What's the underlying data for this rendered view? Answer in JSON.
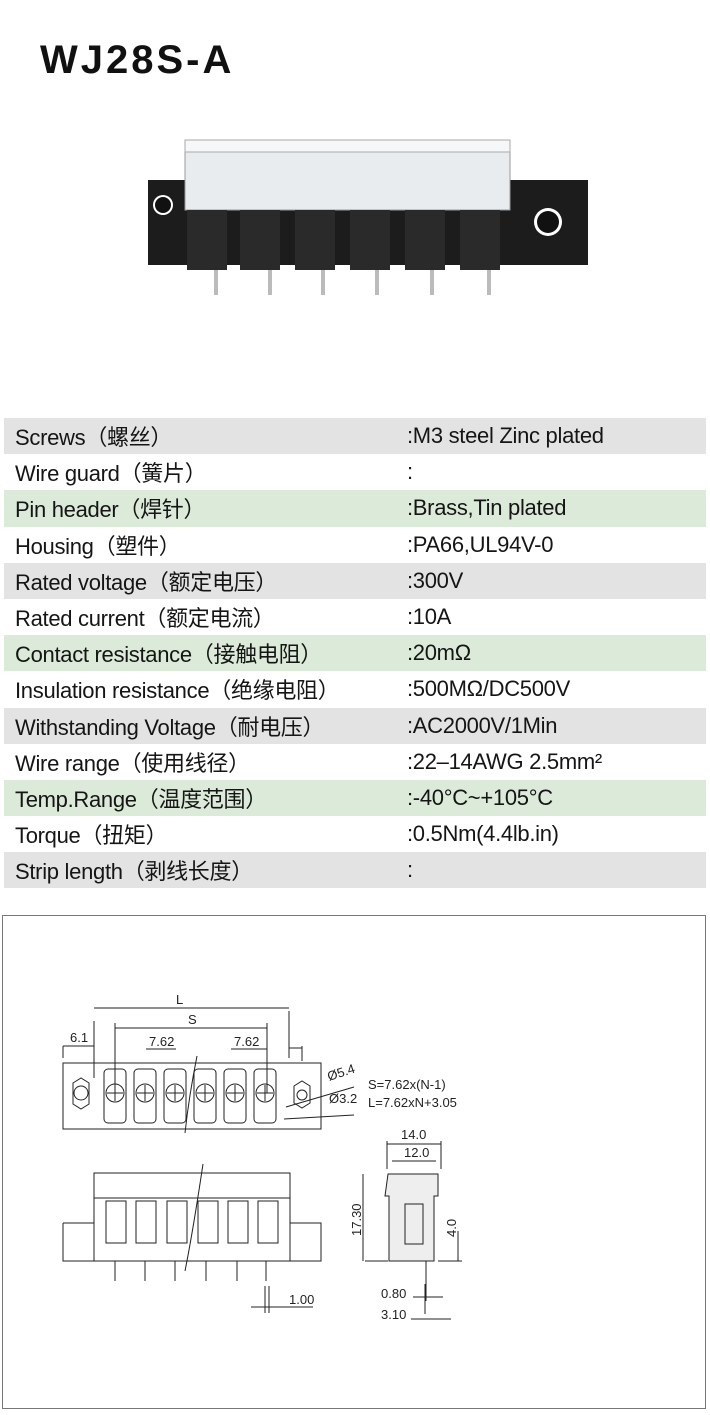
{
  "title": "WJ28S-A",
  "specs": [
    {
      "label": "Screws（螺丝）",
      "value": ":M3  steel Zinc plated"
    },
    {
      "label": "Wire guard（簧片）",
      "value": ":"
    },
    {
      "label": "Pin header（焊针）",
      "value": ":Brass,Tin plated"
    },
    {
      "label": "Housing（塑件）",
      "value": ":PA66,UL94V-0"
    },
    {
      "label": "Rated voltage（额定电压）",
      "value": ":300V"
    },
    {
      "label": "Rated current（额定电流）",
      "value": ":10A"
    },
    {
      "label": "Contact resistance（接触电阻）",
      "value": ":20mΩ"
    },
    {
      "label": "Insulation resistance（绝缘电阻）",
      "value": ":500MΩ/DC500V"
    },
    {
      "label": "Withstanding Voltage（耐电压）",
      "value": ":AC2000V/1Min"
    },
    {
      "label": "Wire range（使用线径）",
      "value": ":22–14AWG 2.5mm²"
    },
    {
      "label": "Temp.Range（温度范围）",
      "value": ":-40°C~+105°C"
    },
    {
      "label": "Torque（扭矩）",
      "value": ":0.5Nm(4.4lb.in)"
    },
    {
      "label": "Strip length（剥线长度）",
      "value": ":"
    }
  ],
  "drawing": {
    "L": "L",
    "S": "S",
    "d61": "6.1",
    "p1": "7.62",
    "p2": "7.62",
    "d54": "Ø5.4",
    "d32": "Ø3.2",
    "f1": "S=7.62x(N-1)",
    "f2": "L=7.62xN+3.05",
    "w14": "14.0",
    "w12": "12.0",
    "h1730": "17.30",
    "h40": "4.0",
    "t080": "0.80",
    "t310": "3.10",
    "p100": "1.00"
  }
}
